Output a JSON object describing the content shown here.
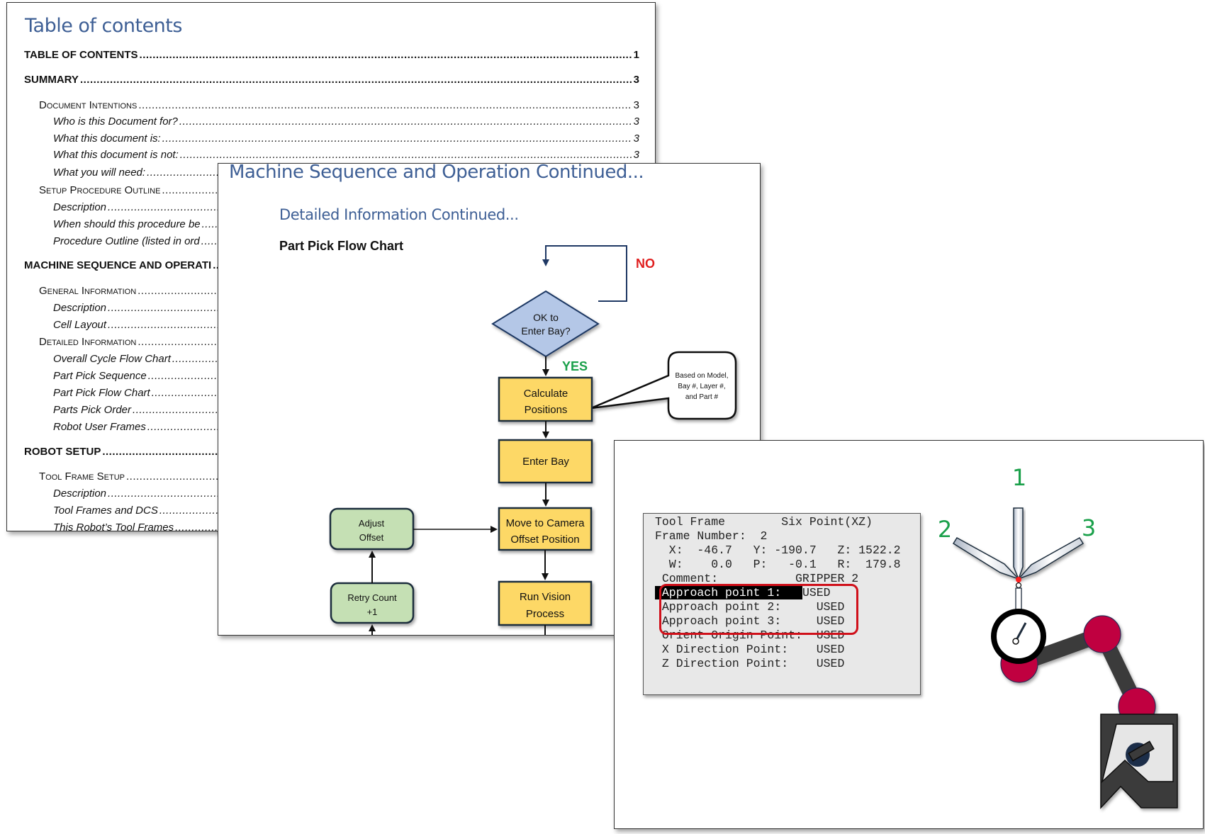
{
  "toc_page": {
    "title": "Table of contents",
    "entries": [
      {
        "label": "TABLE OF CONTENTS",
        "page": "1",
        "level": 1
      },
      {
        "label": "SUMMARY",
        "page": "3",
        "level": 1
      },
      {
        "label": "Document Intentions",
        "page": "3",
        "level": 2
      },
      {
        "label": "Who is this Document for?",
        "page": "3",
        "level": 3
      },
      {
        "label": "What this document is:",
        "page": "3",
        "level": 3
      },
      {
        "label": "What this document is not:",
        "page": "3",
        "level": 3
      },
      {
        "label": "What you will need:",
        "page": "",
        "level": 3
      },
      {
        "label": "Setup Procedure Outline",
        "page": "",
        "level": 2
      },
      {
        "label": "Description",
        "page": "",
        "level": 3
      },
      {
        "label": "When should this procedure be",
        "page": "",
        "level": 3
      },
      {
        "label": "Procedure Outline (listed in ord",
        "page": "",
        "level": 3
      },
      {
        "label": "MACHINE SEQUENCE AND OPERATI",
        "page": "",
        "level": 1
      },
      {
        "label": "General Information",
        "page": "",
        "level": 2
      },
      {
        "label": "Description",
        "page": "",
        "level": 3
      },
      {
        "label": "Cell Layout",
        "page": "",
        "level": 3
      },
      {
        "label": "Detailed Information",
        "page": "",
        "level": 2
      },
      {
        "label": "Overall Cycle Flow Chart",
        "page": "",
        "level": 3
      },
      {
        "label": "Part Pick Sequence",
        "page": "",
        "level": 3
      },
      {
        "label": "Part Pick Flow Chart",
        "page": "",
        "level": 3
      },
      {
        "label": "Parts Pick Order",
        "page": "",
        "level": 3
      },
      {
        "label": "Robot User Frames",
        "page": "",
        "level": 3
      },
      {
        "label": "ROBOT SETUP",
        "page": "",
        "level": 1
      },
      {
        "label": "Tool Frame Setup",
        "page": "",
        "level": 2
      },
      {
        "label": "Description",
        "page": "",
        "level": 3
      },
      {
        "label": "Tool Frames and DCS",
        "page": "",
        "level": 3
      },
      {
        "label": "This Robot’s Tool Frames",
        "page": "",
        "level": 3
      }
    ]
  },
  "flow_page": {
    "title": "Machine Sequence and Operation Continued...",
    "subtitle": "Detailed Information Continued...",
    "heading": "Part Pick Flow Chart",
    "decision": {
      "line1": "OK to",
      "line2": "Enter Bay?"
    },
    "no_label": "NO",
    "yes_label": "YES",
    "steps": [
      {
        "line1": "Calculate",
        "line2": "Positions"
      },
      {
        "line1": "Enter Bay",
        "line2": ""
      },
      {
        "line1": "Move to Camera",
        "line2": "Offset Position"
      },
      {
        "line1": "Run Vision",
        "line2": "Process"
      }
    ],
    "side_steps": [
      {
        "line1": "Adjust",
        "line2": "Offset"
      },
      {
        "line1": "Retry Count",
        "line2": "+1"
      }
    ],
    "callout": {
      "line1": "Based on Model,",
      "line2": "Bay #, Layer #,",
      "line3": "and Part #"
    },
    "colors": {
      "process": "#fdd866",
      "decision": "#b4c7e7",
      "side": "#c5e0b4",
      "no": "#e02020",
      "yes": "#1aa04a"
    }
  },
  "tool_page": {
    "terminal": {
      "lines": [
        "Tool Frame        Six Point(XZ)",
        "Frame Number:  2",
        "  X:  -46.7   Y: -190.7   Z: 1522.2",
        "  W:    0.0   P:   -0.1   R:  179.8",
        " Comment:           GRIPPER 2",
        " Approach point 1:",
        " Approach point 2:     USED",
        " Approach point 3:     USED",
        " Orient Origin Point:  USED",
        " X Direction Point:    USED",
        " Z Direction Point:    USED"
      ],
      "highlighted_value": "USED"
    },
    "approach_labels": [
      "1",
      "2",
      "3"
    ],
    "colors": {
      "labels": "#1aa04a",
      "joint": "#c0053f",
      "arm": "#3a3a3a",
      "tcp": "#ff2020"
    }
  }
}
